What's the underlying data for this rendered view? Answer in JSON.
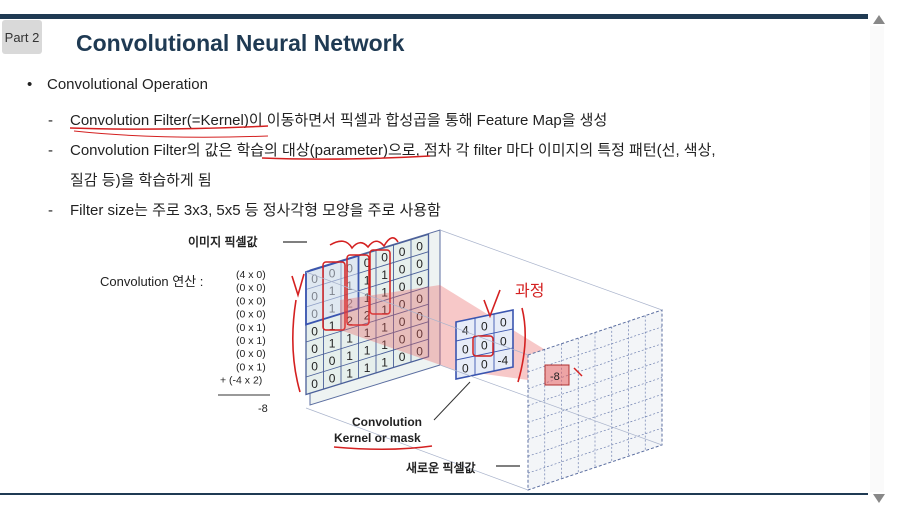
{
  "slide": {
    "part_label": "Part 2",
    "title": "Convolutional Neural Network",
    "bullet": "Convolutional Operation",
    "items": [
      "Convolution Filter(=Kernel)이 이동하면서 픽셀과 합성곱을 통해 Feature Map을 생성",
      "Convolution Filter의 값은 학습의 대상(parameter)으로, 점차 각 filter 마다 이미지의 특정 패턴(선, 색상,",
      "질감 등)을 학습하게 됨",
      "Filter size는 주로 3x3, 5x5 등 정사각형 모양을 주로 사용함"
    ]
  },
  "diagram": {
    "label_image_pixels": "이미지 픽셀값",
    "label_conv_op": "Convolution 연산 :",
    "calc_lines": [
      "(4 x 0)",
      "(0 x 0)",
      "(0 x 0)",
      "(0 x 0)",
      "(0 x 1)",
      "(0 x 1)",
      "(0 x 0)",
      "(0 x 1)",
      "+ (-4 x 2)"
    ],
    "calc_result": "-8",
    "label_kernel_1": "Convolution",
    "label_kernel_2": "Kernel or mask",
    "label_new_pixel": "새로운 픽셀값",
    "grid_front": [
      [
        "0",
        "0",
        "0",
        "0",
        "0",
        "0",
        "0"
      ],
      [
        "0",
        "1",
        "1",
        "1",
        "1",
        "0",
        "0"
      ],
      [
        "0",
        "1",
        "2",
        "1",
        "1",
        "0",
        "0"
      ],
      [
        "0",
        "1",
        "2",
        "2",
        "1",
        "0",
        "0"
      ],
      [
        "0",
        "1",
        "1",
        "1",
        "1",
        "0",
        "0"
      ],
      [
        "0",
        "0",
        "1",
        "1",
        "1",
        "0",
        "0"
      ],
      [
        "0",
        "0",
        "1",
        "1",
        "1",
        "0",
        "0"
      ]
    ],
    "kernel": [
      [
        "4",
        "0",
        "0"
      ],
      [
        "0",
        "0",
        "0"
      ],
      [
        "0",
        "0",
        "-4"
      ]
    ],
    "output_value": "-8",
    "annot_pen": "과정"
  },
  "colors": {
    "title": "#1f3a53",
    "bar": "#1f3a53",
    "red": "#d42020",
    "grid": "#5b6ea0"
  }
}
